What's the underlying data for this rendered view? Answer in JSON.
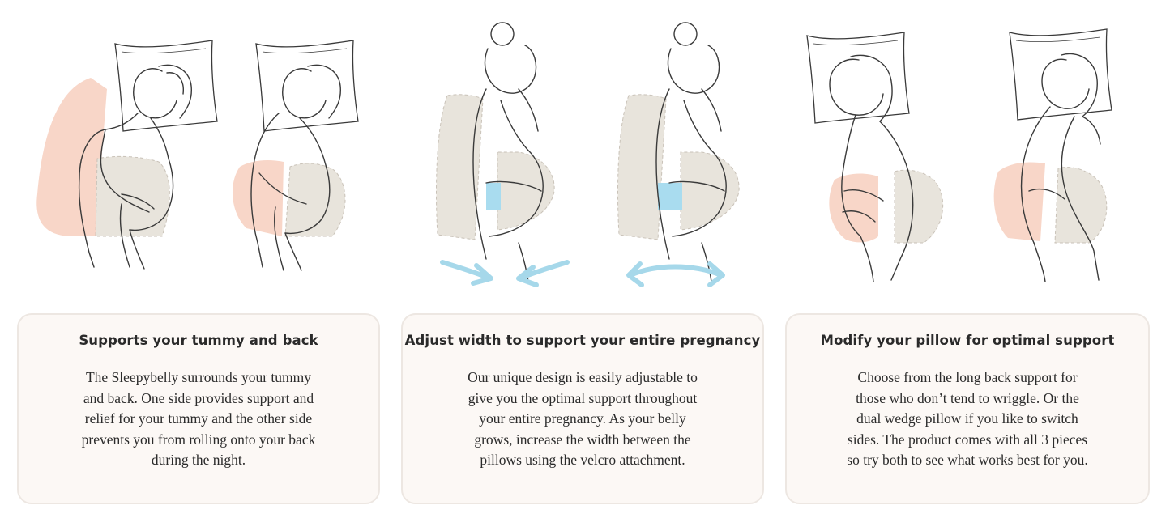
{
  "colors": {
    "line": "#3a3a3a",
    "back_support": "#f8d6c8",
    "wedge": "#e8e4dc",
    "insert": "#a9dcef",
    "arrow": "#a6d8ea",
    "card_bg": "#fcf8f5",
    "card_border": "#ede7e2"
  },
  "cards": [
    {
      "title": "Supports your tummy and back",
      "body": "The Sleepybelly surrounds your tummy and back. One side provides support and relief for your tummy and the other side prevents you from rolling onto your back during the night."
    },
    {
      "title": "Adjust width to support your entire pregnancy",
      "body": "Our unique design is easily adjustable to give you the optimal support throughout your entire pregnancy. As your belly grows, increase the width between the pillows using the velcro attachment."
    },
    {
      "title": "Modify your pillow for optimal support",
      "body": "Choose from the long back support for those who don’t tend to wriggle. Or the dual wedge pillow if you like to switch sides. The product comes with all 3 pieces so try both to see what works best for you."
    }
  ],
  "icons": {
    "arrows_inward": "arrows-inward-icon",
    "arrows_double": "double-arrow-icon"
  }
}
